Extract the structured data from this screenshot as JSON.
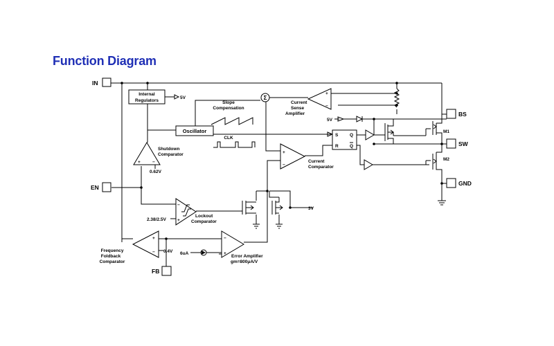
{
  "title": "Function Diagram",
  "pins": {
    "in": "IN",
    "en": "EN",
    "fb": "FB",
    "bs": "BS",
    "sw": "SW",
    "gnd": "GND"
  },
  "blocks": {
    "internal_regulators": [
      "Internal",
      "Regulators"
    ],
    "regulator_out": "5V",
    "oscillator": "Oscillator",
    "slope_compensation": [
      "Slope",
      "Compensation"
    ],
    "clk": "CLK",
    "sum": "Σ",
    "current_sense_amplifier": [
      "Current",
      "Sense",
      "Amplifier"
    ],
    "shutdown_comparator": [
      "Shutdown",
      "Comparator"
    ],
    "shutdown_ref": "0.62V",
    "lockout_comparator": [
      "Lockout",
      "Comparator"
    ],
    "lockout_ref": "2.38/2.5V",
    "current_comparator": [
      "Current",
      "Comparator"
    ],
    "frequency_foldback_comparator": [
      "Frequency",
      "Foldback",
      "Comparator"
    ],
    "foldback_ref": "0.4V",
    "error_amplifier": [
      "Error Amplifier",
      "gm=800μA/V"
    ],
    "current_source": "6uA",
    "clamp_voltage": "3V",
    "bootstrap_supply": "5V",
    "latch_s": "S",
    "latch_r": "R",
    "latch_q": "Q",
    "latch_qb": "Q",
    "m1": "M1",
    "m2": "M2"
  }
}
